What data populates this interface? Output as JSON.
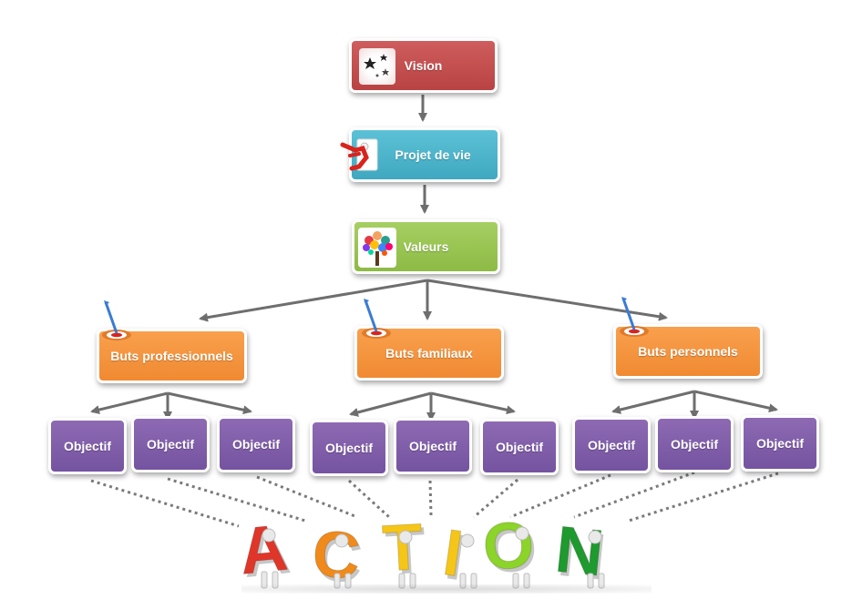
{
  "diagram": {
    "vision": {
      "label": "Vision",
      "color": "#c24d4d",
      "icon": "stars-icon"
    },
    "projet": {
      "label": "Projet de vie",
      "color": "#4bb4cc",
      "icon": "runner-icon"
    },
    "valeurs": {
      "label": "Valeurs",
      "color": "#9ac452",
      "icon": "colorful-tree-icon"
    },
    "goals": [
      {
        "id": "pro",
        "label": "Buts professionnels",
        "icon": "target-arrow-icon"
      },
      {
        "id": "fam",
        "label": "Buts familiaux",
        "icon": "target-arrow-icon"
      },
      {
        "id": "per",
        "label": "Buts personnels",
        "icon": "target-arrow-icon"
      }
    ],
    "goal_color": "#f49441",
    "objective_label": "Objectif",
    "objective_color": "#7c5aa6",
    "objectives_per_goal": 3,
    "action": {
      "letters": [
        "A",
        "C",
        "T",
        "I",
        "O",
        "N"
      ],
      "colors": [
        "#e0362a",
        "#f08a1a",
        "#f5c518",
        "#f5c518",
        "#8cd32a",
        "#1f9a2e"
      ],
      "style": "figures-carrying-3d-letters"
    },
    "arrow_color": "#6e6e6e",
    "connector_style": "dotted"
  }
}
